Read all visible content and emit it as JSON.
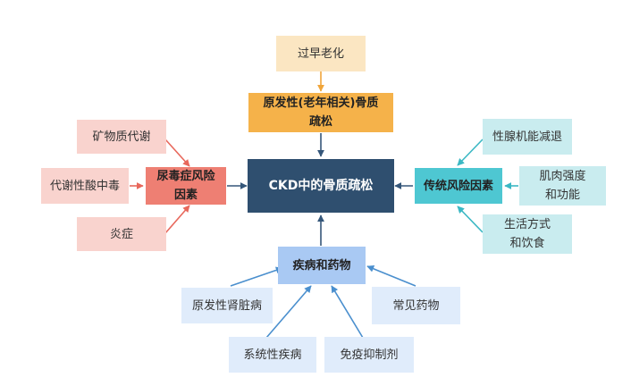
{
  "center": {
    "label": "CKD中的骨质疏松"
  },
  "top": {
    "main": "原发性(老年相关)骨质\n疏松",
    "leaves": [
      "过早老化"
    ]
  },
  "left": {
    "main": "尿毒症风险\n因素",
    "leaves": [
      "矿物质代谢",
      "代谢性酸中毒",
      "炎症"
    ]
  },
  "right": {
    "main": "传统风险因素",
    "leaves": [
      "性腺机能减退",
      "肌肉强度\n和功能",
      "生活方式\n和饮食"
    ]
  },
  "bottom": {
    "main": "疾病和药物",
    "leaves": [
      "原发性肾脏病",
      "常见药物",
      "系统性疾病",
      "免疫抑制剂"
    ]
  },
  "colors": {
    "center": "#2f4f6f",
    "orange": "#f5b24a",
    "red": "#ee7f73",
    "teal": "#4ec7d2",
    "blue": "#a9c9f3",
    "arrow_center": "#35577a"
  }
}
